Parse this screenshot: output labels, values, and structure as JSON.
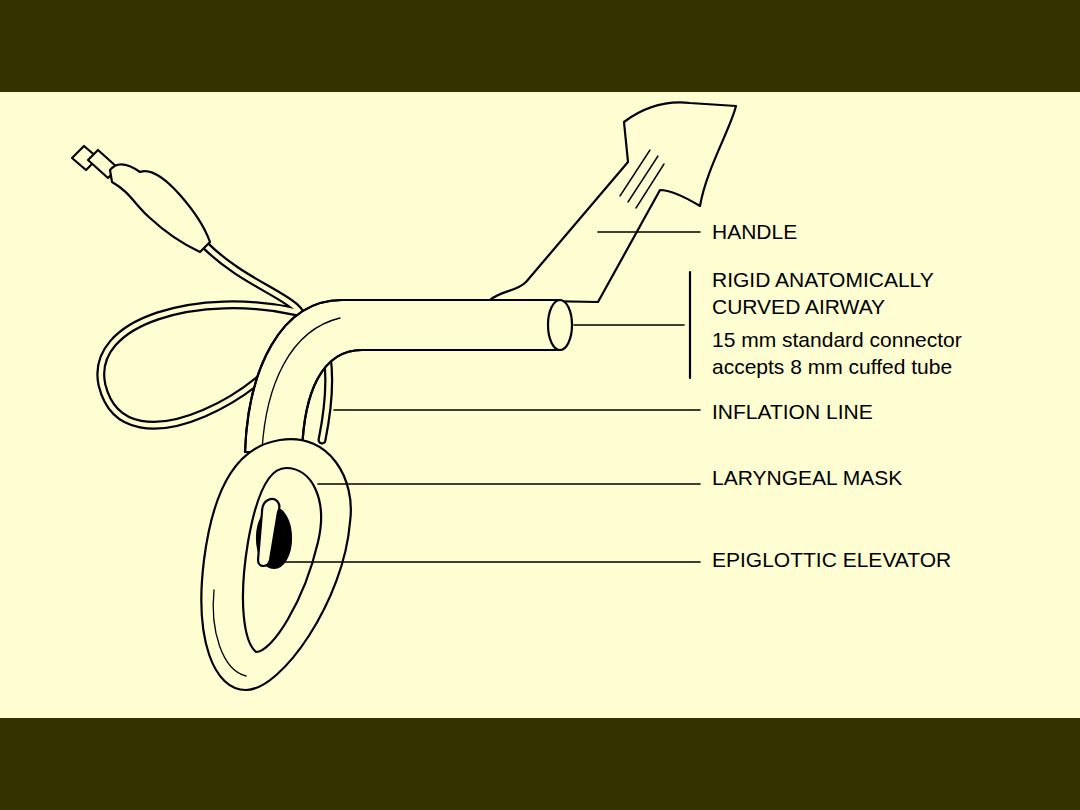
{
  "diagram": {
    "labels": [
      "HANDLE",
      "RIGID ANATOMICALLY CURVED AIRWAY",
      "15 mm standard connector accepts 8 mm cuffed tube",
      "INFLATION LINE",
      "LARYNGEAL MASK",
      "EPIGLOTTIC ELEVATOR"
    ]
  }
}
